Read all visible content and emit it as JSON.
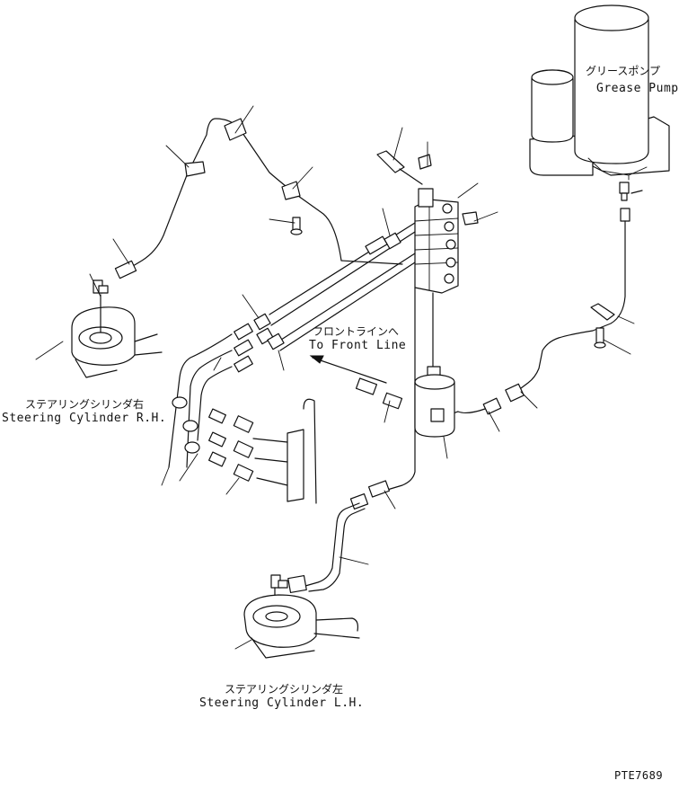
{
  "labels": {
    "grease_pump_jp": "グリースポンプ",
    "grease_pump_en": "Grease Pump",
    "front_line_jp": "フロントラインへ",
    "front_line_en": "To Front Line",
    "steering_rh_jp": "ステアリングシリンダ右",
    "steering_rh_en": "Steering Cylinder R.H.",
    "steering_lh_jp": "ステアリングシリンダ左",
    "steering_lh_en": "Steering Cylinder L.H.",
    "part_code": "PTE7689"
  }
}
